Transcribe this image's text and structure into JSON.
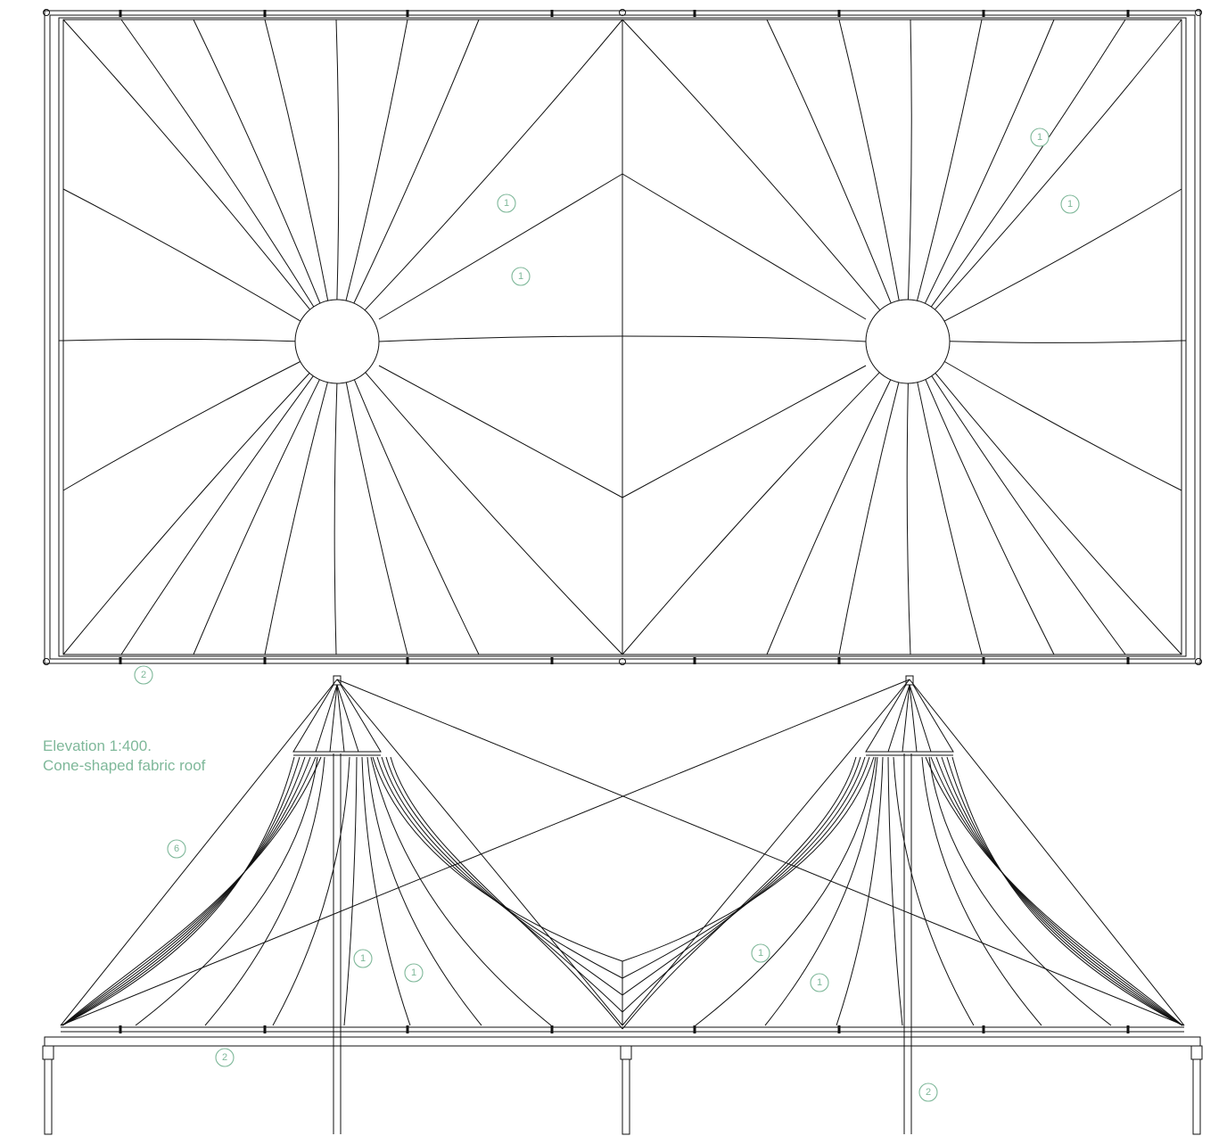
{
  "caption": {
    "line1": "Elevation 1:400.",
    "line2": "Cone-shaped fabric roof"
  },
  "colors": {
    "line": "#111111",
    "annotation": "#7fb89a",
    "background": "#ffffff"
  },
  "callouts": {
    "plan_membrane": "1",
    "plan_edge_beam": "2",
    "elevation_membrane": "1",
    "elevation_edge_beam": "2",
    "elevation_column": "2",
    "elevation_stay_cable": "6"
  }
}
